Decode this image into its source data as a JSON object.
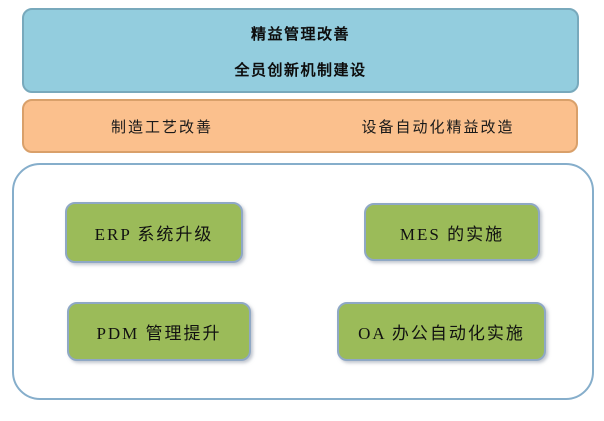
{
  "diagram": {
    "top_box": {
      "line1": "精益管理改善",
      "line2": "全员创新机制建设",
      "fill": "#93CDDE",
      "border": "#78A9BC"
    },
    "middle_box": {
      "items": [
        "制造工艺改善",
        "设备自动化精益改造"
      ],
      "fill": "#FBC08D",
      "border": "#D9A06A"
    },
    "bottom_container": {
      "border": "#86AECB",
      "fill": "#FFFFFF",
      "item_fill": "#9BBB59",
      "item_border": "#8FA8C5",
      "items": [
        {
          "label": "ERP 系统升级"
        },
        {
          "label": "MES 的实施"
        },
        {
          "label": "PDM 管理提升"
        },
        {
          "label": "OA 办公自动化实施"
        }
      ]
    }
  }
}
